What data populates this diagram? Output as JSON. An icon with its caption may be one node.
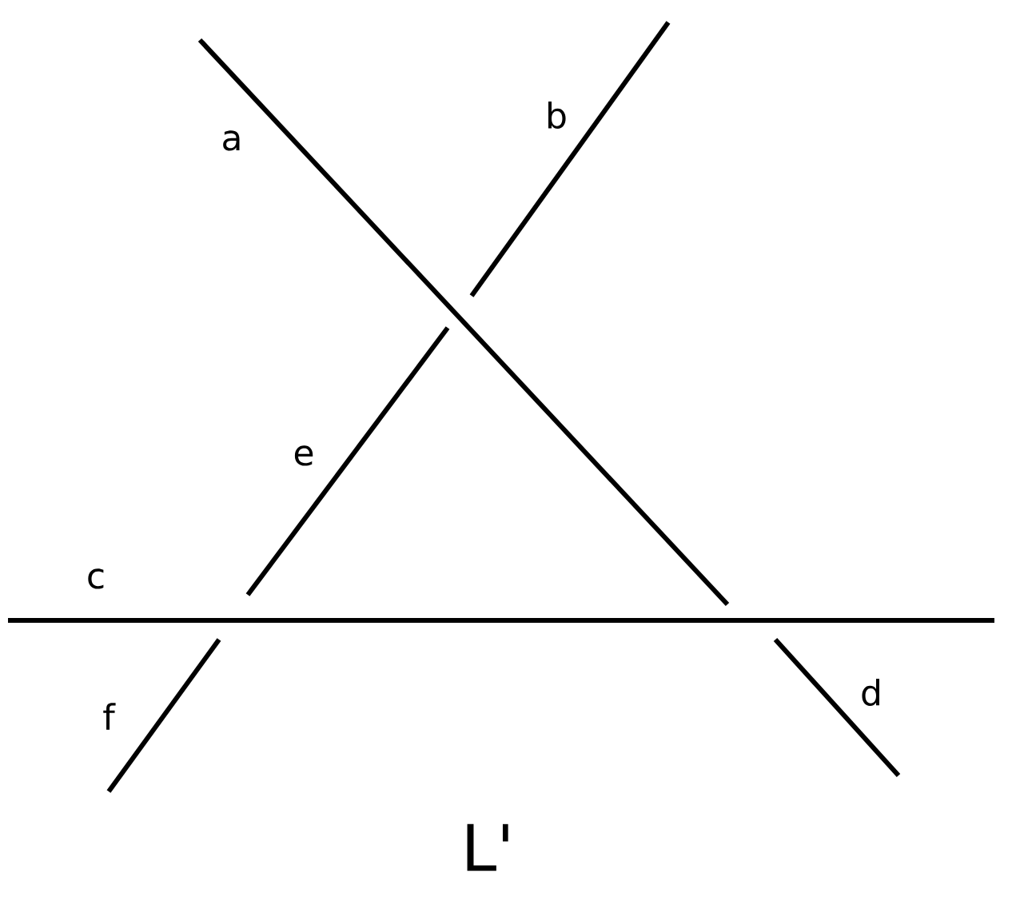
{
  "diagram": {
    "labels": [
      "a",
      "b",
      "e",
      "c",
      "f",
      "d",
      "L'"
    ]
  }
}
